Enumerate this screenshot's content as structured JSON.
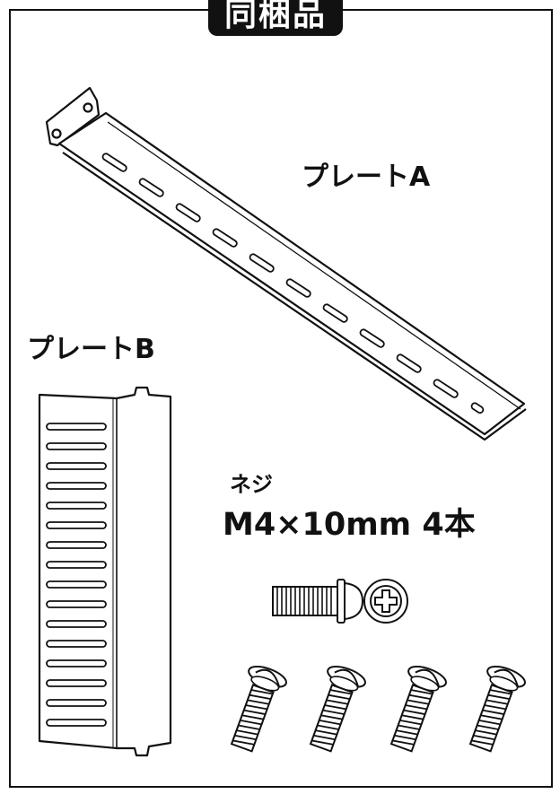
{
  "header": {
    "title": "同梱品"
  },
  "parts": {
    "plate_a": {
      "label": "プレートA"
    },
    "plate_b": {
      "label": "プレートB"
    },
    "screw": {
      "name": "ネジ",
      "spec": "M4×10mm 4本",
      "count": 4
    }
  }
}
